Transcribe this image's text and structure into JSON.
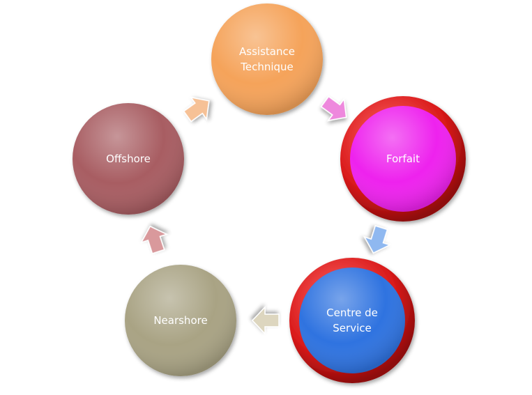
{
  "diagram": {
    "nodes": [
      {
        "id": "assistance",
        "lines": [
          "Assistance",
          "Technique"
        ],
        "color": "#f5a35a",
        "ring": false
      },
      {
        "id": "forfait",
        "lines": [
          "Forfait"
        ],
        "color": "#ee22ee",
        "ring": true
      },
      {
        "id": "centre",
        "lines": [
          "Centre de",
          "Service"
        ],
        "color": "#2f73e0",
        "ring": true
      },
      {
        "id": "nearshore",
        "lines": [
          "Nearshore"
        ],
        "color": "#a9a384",
        "ring": false
      },
      {
        "id": "offshore",
        "lines": [
          "Offshore"
        ],
        "color": "#a85d62",
        "ring": false
      }
    ],
    "ring_color": "#d91a1a",
    "arrows": [
      {
        "from": "assistance",
        "to": "forfait",
        "color": "#ee88dd"
      },
      {
        "from": "forfait",
        "to": "centre",
        "color": "#8fb8f0"
      },
      {
        "from": "centre",
        "to": "nearshore",
        "color": "#ddd6bf"
      },
      {
        "from": "nearshore",
        "to": "offshore",
        "color": "#d9999c"
      },
      {
        "from": "offshore",
        "to": "assistance",
        "color": "#f6c196"
      }
    ]
  }
}
